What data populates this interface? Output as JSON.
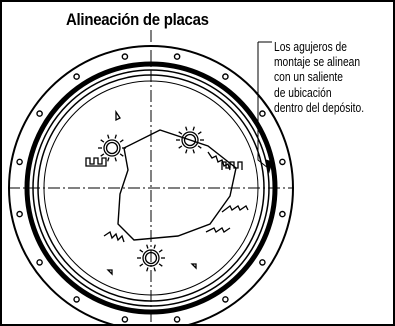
{
  "title": "Alineación de placas",
  "callout": {
    "lines": [
      "Los agujeros de",
      "montaje se alinean",
      "con un saliente",
      "de ubicación",
      "dentro del depósito."
    ]
  }
}
